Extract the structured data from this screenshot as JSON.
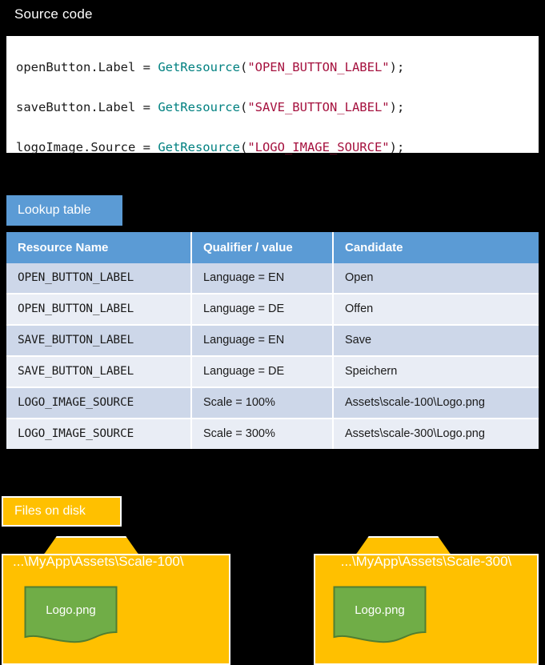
{
  "sections": {
    "source_code": {
      "label": "Source code",
      "lines": [
        {
          "plain1": "openButton.Label = ",
          "call": "GetResource",
          "paren_open": "(",
          "string": "\"OPEN_BUTTON_LABEL\"",
          "paren_close": ");"
        },
        {
          "plain1": "saveButton.Label = ",
          "call": "GetResource",
          "paren_open": "(",
          "string": "\"SAVE_BUTTON_LABEL\"",
          "paren_close": ");"
        },
        {
          "plain1": "logoImage.Source = ",
          "call": "GetResource",
          "paren_open": "(",
          "string": "\"LOGO_IMAGE_SOURCE\"",
          "paren_close": ");"
        }
      ]
    },
    "lookup_table": {
      "badge": "Lookup table",
      "columns": [
        "Resource Name",
        "Qualifier / value",
        "Candidate"
      ],
      "rows": [
        [
          "OPEN_BUTTON_LABEL",
          "Language = EN",
          "Open"
        ],
        [
          "OPEN_BUTTON_LABEL",
          "Language = DE",
          "Offen"
        ],
        [
          "SAVE_BUTTON_LABEL",
          "Language = EN",
          "Save"
        ],
        [
          "SAVE_BUTTON_LABEL",
          "Language = DE",
          "Speichern"
        ],
        [
          "LOGO_IMAGE_SOURCE",
          "Scale = 100%",
          "Assets\\scale-100\\Logo.png"
        ],
        [
          "LOGO_IMAGE_SOURCE",
          "Scale = 300%",
          "Assets\\scale-300\\Logo.png"
        ]
      ]
    },
    "files_on_disk": {
      "badge": "Files on disk",
      "folders": [
        {
          "path": "...\\MyApp\\Assets\\Scale-100\\",
          "file": "Logo.png"
        },
        {
          "path": "...\\MyApp\\Assets\\Scale-300\\",
          "file": "Logo.png"
        }
      ]
    }
  },
  "colors": {
    "background": "#000000",
    "accent_blue": "#5B9BD5",
    "accent_yellow": "#FFC000",
    "accent_green": "#70AD47",
    "row_dark": "#CDD7E9",
    "row_light": "#E9EDF5",
    "code_call": "#008080",
    "code_string": "#A5113E",
    "code_plain": "#1A1A1A"
  }
}
